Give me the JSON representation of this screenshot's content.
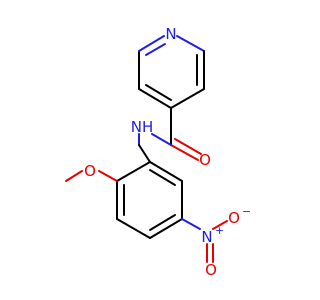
{
  "molecule": {
    "atoms": {
      "pyridine_n": {
        "text": "N",
        "color": "#1e1ee6"
      },
      "amide_nh": {
        "text": "NH",
        "color": "#1e1ee6"
      },
      "carbonyl_o": {
        "text": "O",
        "color": "#e60000"
      },
      "methoxy_o": {
        "text": "O",
        "color": "#e60000"
      },
      "nitro_n": {
        "text": "N",
        "color": "#1e1ee6"
      },
      "nitro_n_charge": {
        "text": "+",
        "color": "#1e1ee6"
      },
      "nitro_o_single": {
        "text": "O",
        "color": "#e60000"
      },
      "nitro_o_charge": {
        "text": "−",
        "color": "#e60000"
      },
      "nitro_o_double": {
        "text": "O",
        "color": "#e60000"
      }
    }
  }
}
